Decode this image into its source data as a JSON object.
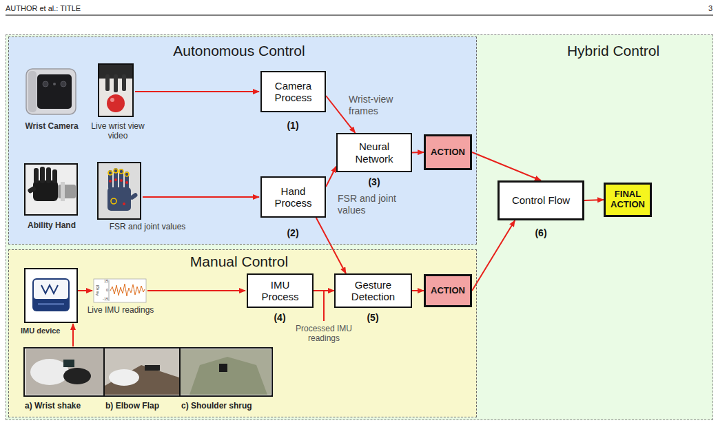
{
  "diagram": {
    "nodes": [
      {
        "text": [
          "Hybrid Control"
        ]
      },
      {
        "text": [
          "Autonomous Control"
        ],
        "in": 0
      },
      {
        "text": [
          "Camera Process"
        ],
        "in": 1
      },
      {
        "text": [
          "Hand Process"
        ],
        "in": 1
      },
      {
        "text": [
          "Neural Network"
        ],
        "in": 1
      },
      {
        "text": [
          "ACTION"
        ],
        "in": 1
      },
      {
        "text": [
          "Manual Control"
        ],
        "in": 0
      },
      {
        "text": [
          "IMU Process"
        ],
        "in": 6
      },
      {
        "text": [
          "Gesture Detection"
        ],
        "in": 6
      },
      {
        "text": [
          "ACTION"
        ],
        "in": 6
      },
      {
        "text": [
          "Control Flow"
        ],
        "in": 0
      },
      {
        "text": [
          "FINAL ACTION"
        ],
        "in": 0
      }
    ],
    "edges": [
      {
        "from": 2,
        "to": 4,
        "arrow": "to",
        "label": "Wrist-view frames"
      },
      {
        "from": 3,
        "to": 4,
        "arrow": "to",
        "label": "FSR and joint values"
      },
      {
        "from": 4,
        "to": 5,
        "arrow": "to"
      },
      {
        "from": 5,
        "to": 10,
        "arrow": "to"
      },
      {
        "from": 3,
        "to": 8,
        "arrow": "to"
      },
      {
        "from": 7,
        "to": 8,
        "arrow": "to",
        "label": "Processed IMU readings"
      },
      {
        "from": 8,
        "to": 9,
        "arrow": "to"
      },
      {
        "from": 9,
        "to": 10,
        "arrow": "to"
      },
      {
        "from": 10,
        "to": 11,
        "arrow": "to"
      }
    ],
    "labels": [
      "AUTHOR et al.: TITLE",
      "3",
      "Wrist Camera",
      "Live wrist view video",
      "(1)",
      "Ability Hand",
      "FSR and joint values",
      "(2)",
      "(3)",
      "IMU device",
      "Ax (g)",
      "15",
      "0",
      "-15",
      "Live IMU readings",
      "(4)",
      "(5)",
      "a) Wrist shake",
      "b) Elbow Flap",
      "c) Shoulder shrug",
      "(6)"
    ]
  }
}
